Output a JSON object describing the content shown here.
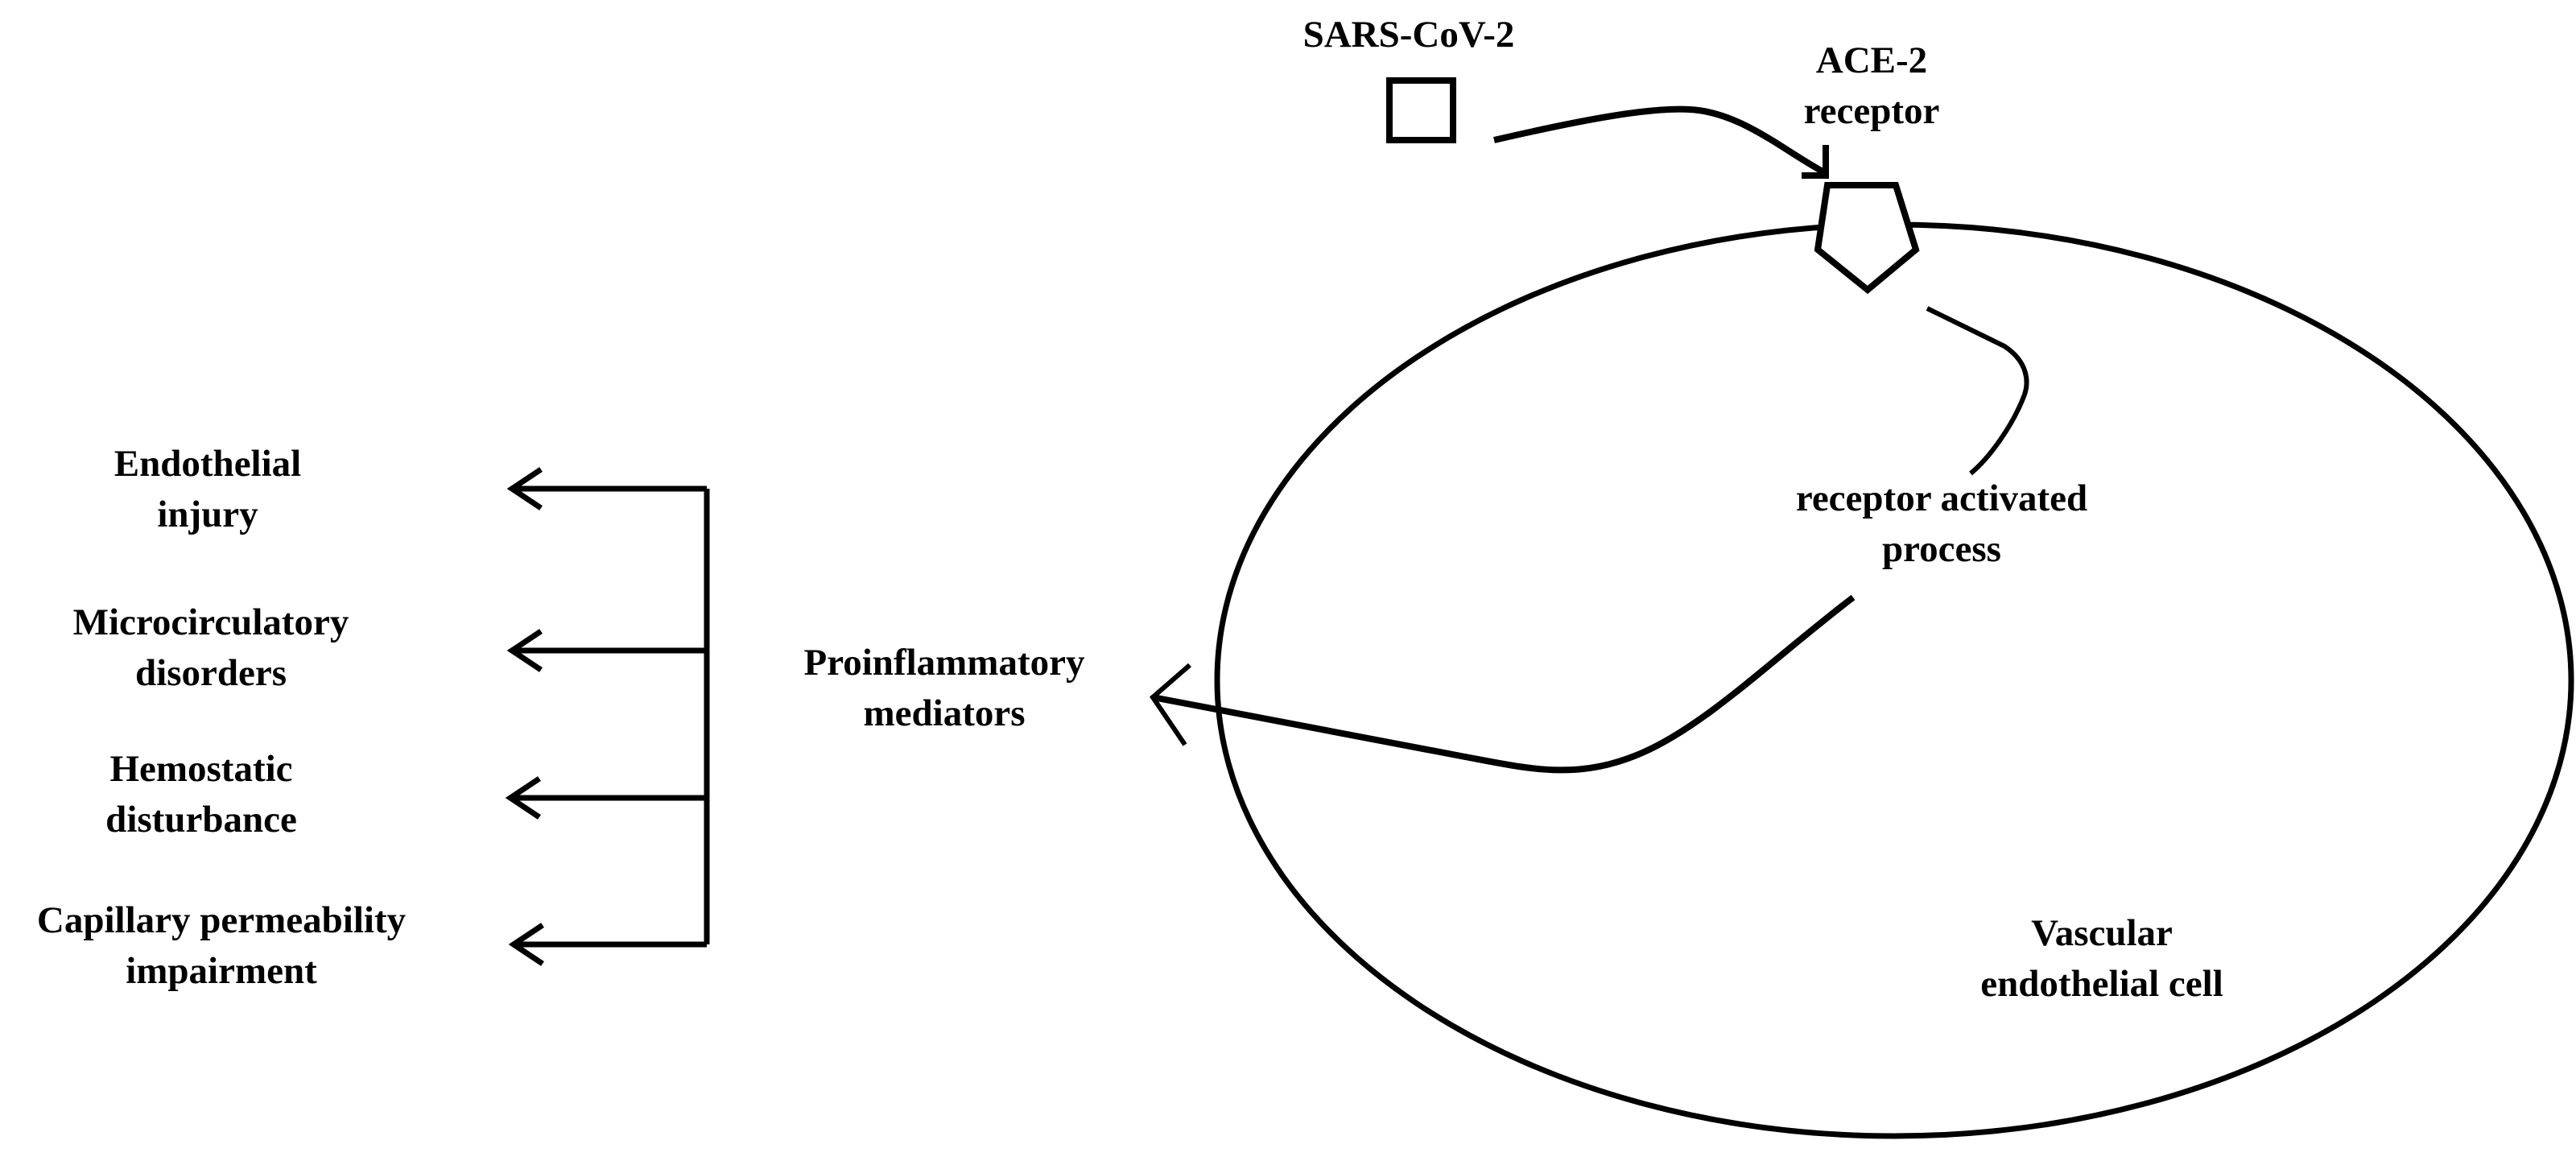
{
  "diagram": {
    "virus": {
      "label": "SARS-CoV-2",
      "shape": "square"
    },
    "receptor": {
      "line1": "ACE-2",
      "line2": "receptor",
      "shape": "pentagon"
    },
    "cell": {
      "line1": "Vascular",
      "line2": "endothelial cell",
      "shape": "ellipse"
    },
    "process": {
      "line1": "receptor activated",
      "line2": "process"
    },
    "mediators": {
      "line1": "Proinflammatory",
      "line2": "mediators"
    },
    "outcomes": [
      {
        "line1": "Endothelial",
        "line2": "injury"
      },
      {
        "line1": "Microcirculatory",
        "line2": "disorders"
      },
      {
        "line1": "Hemostatic",
        "line2": "disturbance"
      },
      {
        "line1": "Capillary permeability",
        "line2": "impairment"
      }
    ],
    "flow": [
      "SARS-CoV-2 -> ACE-2 receptor",
      "ACE-2 receptor -> receptor activated process",
      "receptor activated process -> Proinflammatory mediators",
      "Proinflammatory mediators -> Endothelial injury",
      "Proinflammatory mediators -> Microcirculatory disorders",
      "Proinflammatory mediators -> Hemostatic disturbance",
      "Proinflammatory mediators -> Capillary permeability impairment"
    ],
    "colors": {
      "stroke": "#000000",
      "background": "#ffffff",
      "text": "#000000"
    }
  }
}
